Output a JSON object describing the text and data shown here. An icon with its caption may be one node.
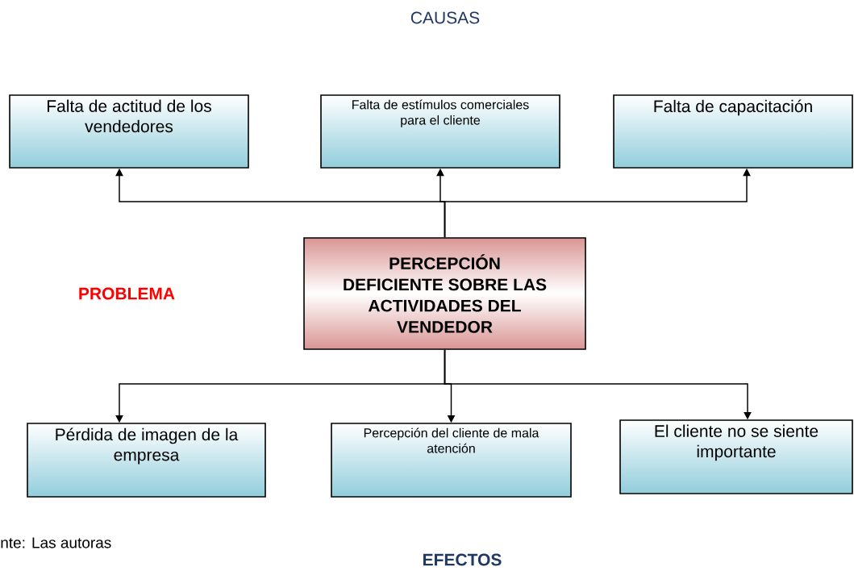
{
  "diagram": {
    "nodes": [
      {
        "text": [
          "Falta de actitud de los vendedores"
        ]
      },
      {
        "text": [
          "Falta de estímulos comerciales para el cliente"
        ]
      },
      {
        "text": [
          "Falta de capacitación"
        ]
      },
      {
        "text": [
          "PERCEPCIÓN DEFICIENTE SOBRE LAS ACTIVIDADES DEL VENDEDOR"
        ]
      },
      {
        "text": [
          "Pérdida de imagen de la empresa"
        ]
      },
      {
        "text": [
          "Percepción del cliente de mala atención"
        ]
      },
      {
        "text": [
          "El cliente no se siente importante"
        ]
      }
    ],
    "edges": [
      {
        "from": 3,
        "to": 0,
        "arrow": "to"
      },
      {
        "from": 3,
        "to": 1,
        "arrow": "to"
      },
      {
        "from": 3,
        "to": 2,
        "arrow": "to"
      },
      {
        "from": 3,
        "to": 4,
        "arrow": "to"
      },
      {
        "from": 3,
        "to": 5,
        "arrow": "to"
      },
      {
        "from": 3,
        "to": 6,
        "arrow": "to"
      }
    ],
    "labels": [
      "CAUSAS",
      "PROBLEMA",
      "nte: Las autoras",
      "EFECTOS"
    ]
  }
}
